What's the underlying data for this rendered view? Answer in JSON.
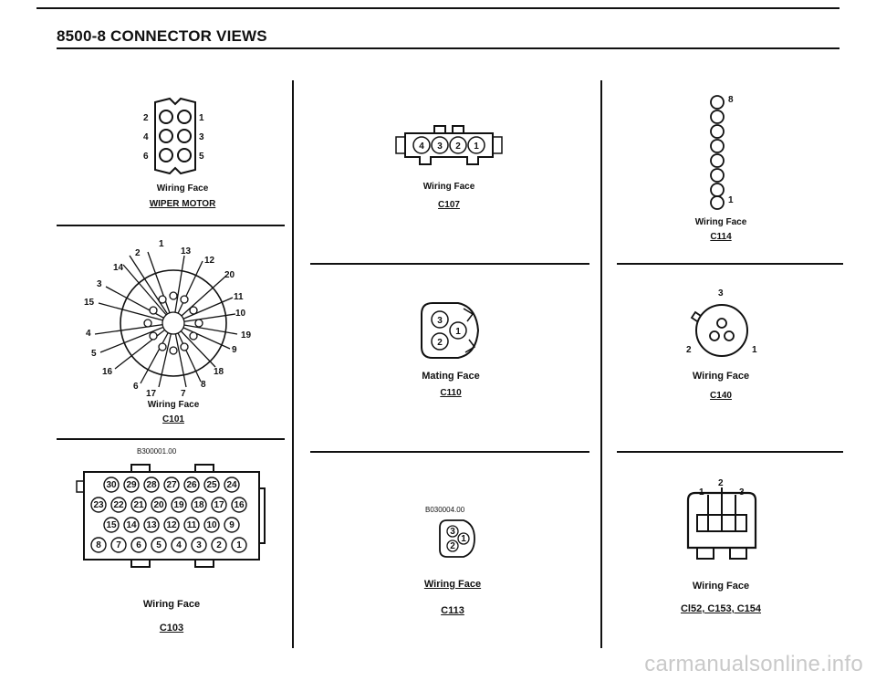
{
  "header": {
    "title": "8500-8  CONNECTOR VIEWS"
  },
  "c_wiper": {
    "face": "Wiring Face",
    "name": "WIPER MOTOR",
    "pins": [
      "2",
      "1",
      "4",
      "3",
      "6",
      "5"
    ]
  },
  "c101": {
    "face": "Wiring Face",
    "name": "C101",
    "pins": [
      "1",
      "2",
      "13",
      "12",
      "14",
      "20",
      "3",
      "11",
      "15",
      "10",
      "19",
      "4",
      "9",
      "5",
      "18",
      "16",
      "6",
      "17",
      "7",
      "8"
    ]
  },
  "c103": {
    "ref": "B300001.00",
    "face": "Wiring Face",
    "name": "C103",
    "row1": [
      "30",
      "29",
      "28",
      "27",
      "26",
      "25",
      "24"
    ],
    "row2": [
      "23",
      "22",
      "21",
      "20",
      "19",
      "18",
      "17",
      "16"
    ],
    "row3": [
      "15",
      "14",
      "13",
      "12",
      "11",
      "10",
      "9"
    ],
    "row4": [
      "8",
      "7",
      "6",
      "5",
      "4",
      "3",
      "2",
      "1"
    ]
  },
  "c107": {
    "face": "Wiring Face",
    "name": "C107",
    "pins": [
      "4",
      "3",
      "2",
      "1"
    ]
  },
  "c110": {
    "face": "Mating Face",
    "name": "C110",
    "pins": [
      "3",
      "1",
      "2"
    ]
  },
  "c113": {
    "ref": "B030004.00",
    "face": "Wiring Face",
    "name": "C113",
    "pins": [
      "3",
      "1",
      "2"
    ]
  },
  "c114": {
    "face": "Wiring Face",
    "name": "C114",
    "pins": [
      "8",
      "1"
    ]
  },
  "c140": {
    "face": "Wiring Face",
    "name": "C140",
    "pins": [
      "3",
      "2",
      "1"
    ]
  },
  "c152": {
    "face": "Wiring Face",
    "name": "Cl52, C153, C154",
    "pins": [
      "1",
      "2",
      "3"
    ]
  },
  "watermark": "carmanualsonline.info"
}
